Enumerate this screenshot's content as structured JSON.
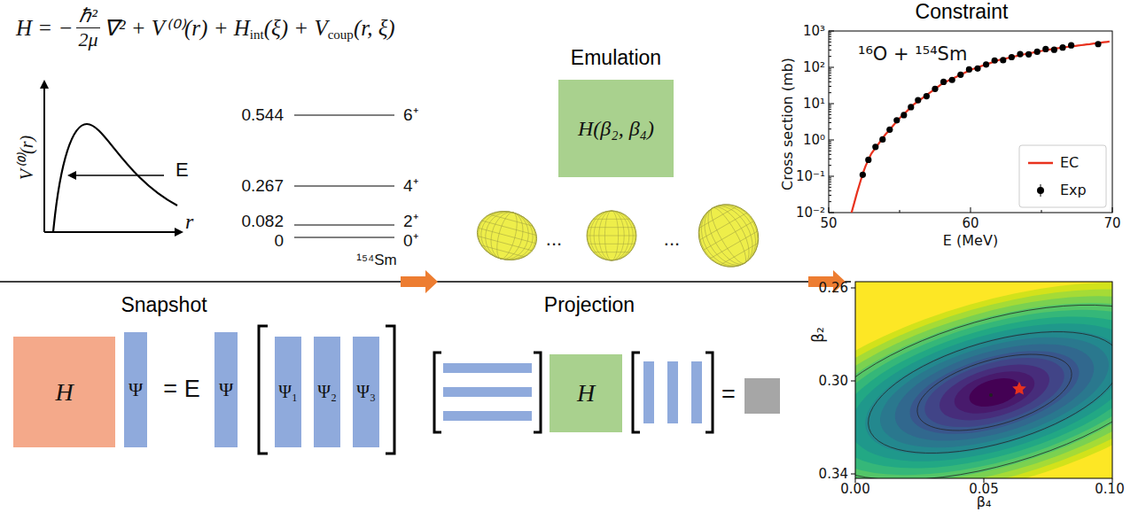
{
  "diagram": {
    "nodes": [
      {
        "text": [
          "H(β₂, β₄)"
        ]
      },
      {
        "text": [
          "H"
        ]
      },
      {
        "text": [
          "Ψ"
        ]
      },
      {
        "text": [
          "Ψ"
        ]
      },
      {
        "text": [
          "Ψ₁"
        ]
      },
      {
        "text": [
          "Ψ₂"
        ]
      },
      {
        "text": [
          "Ψ₃"
        ]
      },
      {
        "text": [
          "H"
        ]
      }
    ],
    "labels": [
      "H = −",
      "ℏ²",
      "2μ",
      "∇² + V⁽⁰⁾(r) + H",
      "int",
      "(ξ) + V",
      "coup",
      "(r, ξ)",
      "V⁽⁰⁾(r)",
      "E",
      "r",
      "0.544",
      "6⁺",
      "0.267",
      "4⁺",
      "0.082",
      "2⁺",
      "0",
      "0⁺",
      "¹⁵⁴Sm",
      "Emulation",
      "...",
      "...",
      "Constraint",
      "¹⁶O + ¹⁵⁴Sm",
      "10³",
      "10²",
      "10¹",
      "10⁰",
      "10⁻¹",
      "10⁻²",
      "50",
      "60",
      "70",
      "E (MeV)",
      "Cross section (mb)",
      "Snapshot",
      "= E",
      "Projection",
      "=",
      "0.26",
      "0.30",
      "0.34",
      "0.00",
      "0.05",
      "0.10",
      "β₂",
      "β₄"
    ],
    "legend": [
      {
        "text": "EC"
      },
      {
        "text": "Exp"
      }
    ]
  }
}
